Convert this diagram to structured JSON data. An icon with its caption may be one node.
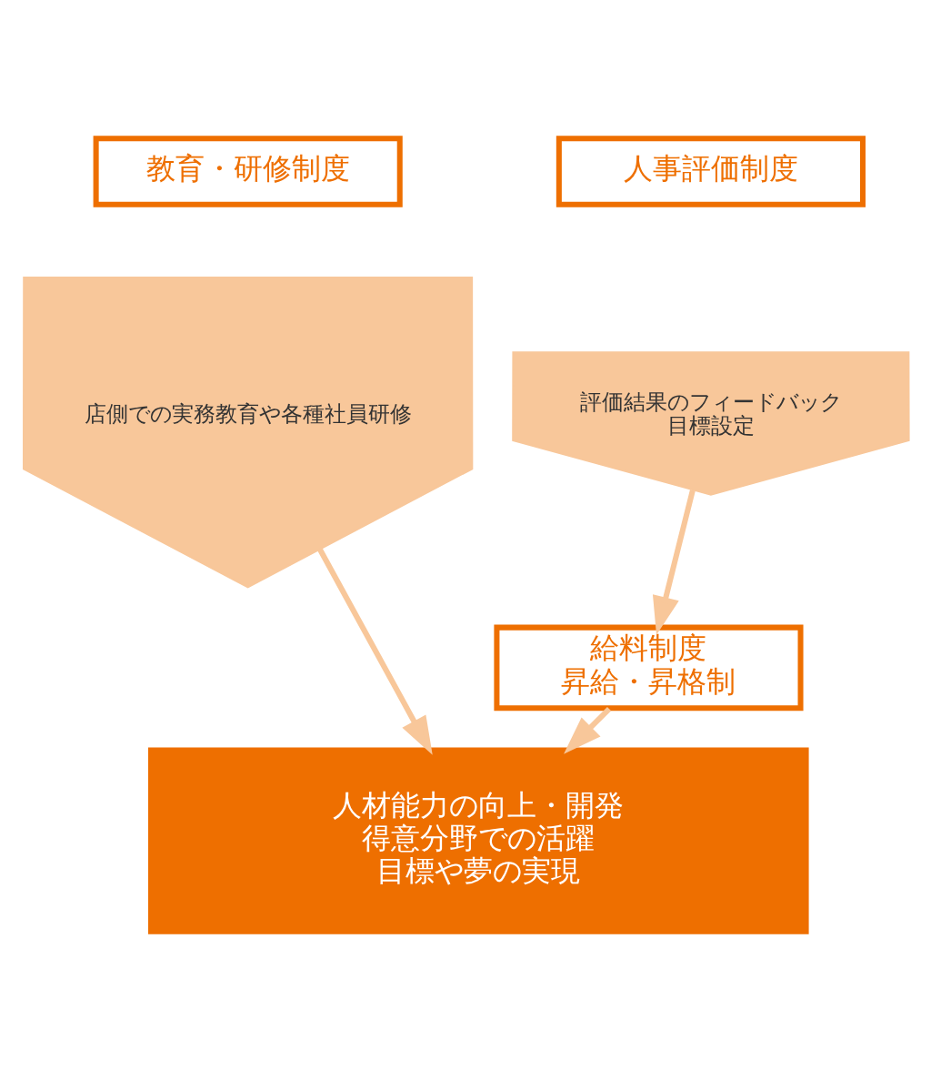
{
  "diagram": {
    "nodes": [
      {
        "text": [
          "教育・研修制度"
        ]
      },
      {
        "text": [
          "店側での実務教育や各種社員研修"
        ]
      },
      {
        "text": [
          "人事評価制度"
        ]
      },
      {
        "text": [
          "評価結果のフィードバック",
          "目標設定"
        ]
      },
      {
        "text": [
          "給料制度",
          "昇給・昇格制"
        ]
      },
      {
        "text": [
          "人材能力の向上・開発",
          "得意分野での活躍",
          "目標や夢の実現"
        ]
      }
    ],
    "edges": [
      {
        "from": 1,
        "to": 5,
        "arrow": "to"
      },
      {
        "from": 3,
        "to": 4,
        "arrow": "to"
      },
      {
        "from": 4,
        "to": 5,
        "arrow": "to"
      }
    ]
  }
}
